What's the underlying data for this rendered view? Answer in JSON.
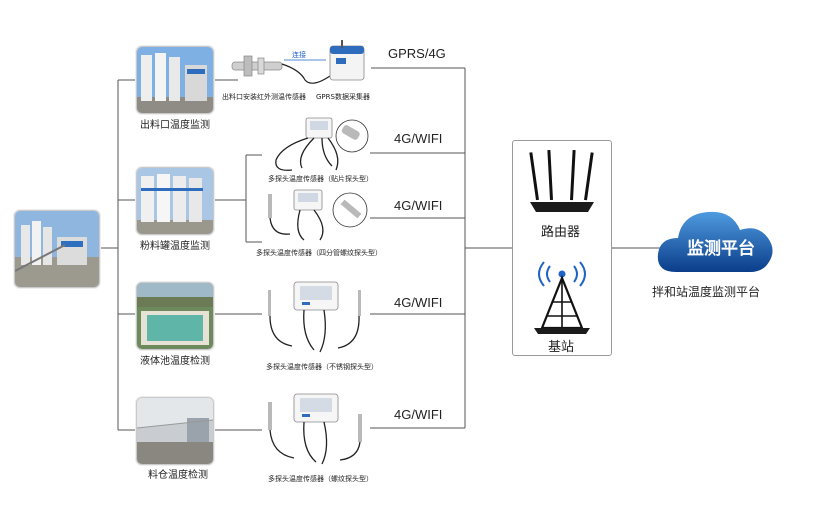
{
  "source_photo": {
    "alt": "mixing-station-photo"
  },
  "branches": [
    {
      "label": "出料口温度监测",
      "device_caption_1": "出料口安装红外测温传感器",
      "device_caption_2": "GPRS数据采集器",
      "connector_text": "连接",
      "link": "GPRS/4G"
    },
    {
      "label": "粉料罐温度监测",
      "device_caption_1": "多探头温度传感器（贴片探头型）",
      "link_1": "4G/WIFI",
      "device_caption_2": "多探头温度传感器（四分管螺纹探头型）",
      "link_2": "4G/WIFI"
    },
    {
      "label": "液体池温度检测",
      "device_caption": "多探头温度传感器（不锈钢探头型）",
      "link": "4G/WIFI"
    },
    {
      "label": "料仓温度检测",
      "device_caption": "多探头温度传感器（螺纹探头型）",
      "link": "4G/WIFI"
    }
  ],
  "hub": {
    "router_label": "路由器",
    "base_station_label": "基站"
  },
  "cloud": {
    "title": "监测平台",
    "caption": "拌和站温度监测平台"
  },
  "colors": {
    "line": "#555555",
    "cloud_dark": "#0b3d8a",
    "cloud_light": "#4f9be0"
  }
}
